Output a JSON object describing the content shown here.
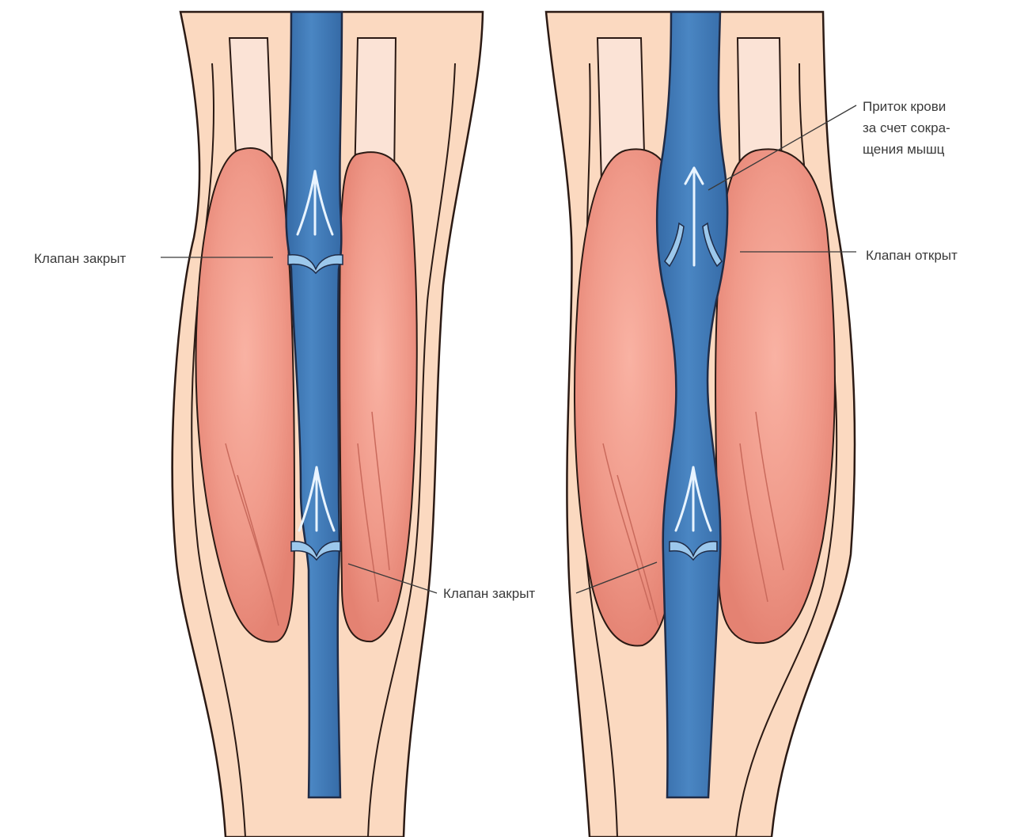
{
  "labels": {
    "valve_closed_left": "Клапан закрыт",
    "valve_closed_lower": "Клапан закрыт",
    "valve_open": "Клапан открыт",
    "blood_flow_lines": [
      "Приток крови",
      "за счет сокра-",
      "щения мышц"
    ]
  },
  "colors": {
    "skin": "#fbd9c0",
    "bone": "#fbe3d6",
    "muscle": "#ea8e80",
    "muscle_light": "#f5a898",
    "vein": "#3f79b6",
    "vein_light": "#8fc0e6",
    "outline": "#2b1a14"
  }
}
